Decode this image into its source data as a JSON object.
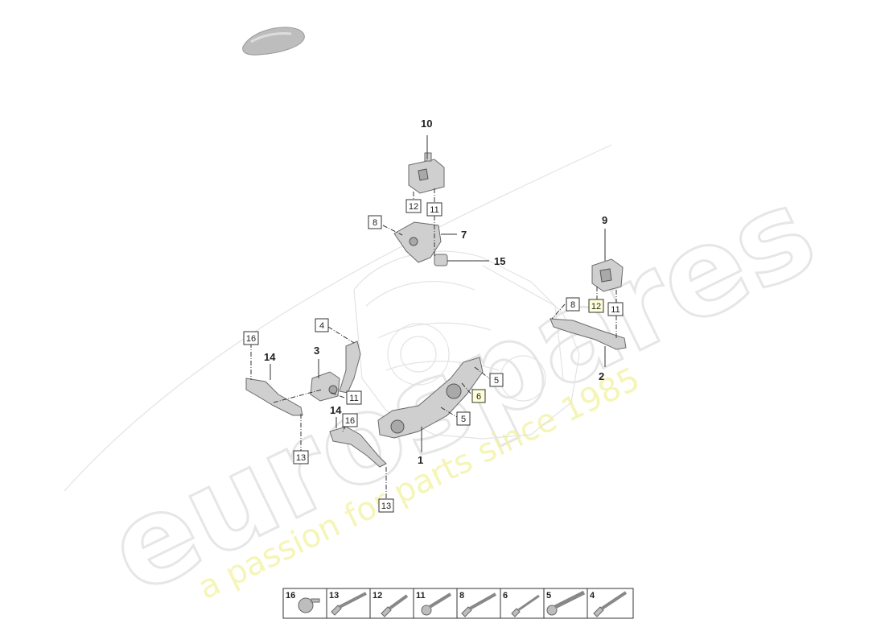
{
  "watermark": {
    "brand": "eurospares",
    "slogan": "a passion for parts since 1985"
  },
  "callouts": {
    "c1": "1",
    "c2": "2",
    "c3": "3",
    "c7": "7",
    "c9": "9",
    "c10": "10",
    "c14a": "14",
    "c14b": "14",
    "c15": "15"
  },
  "boxes": {
    "b12_top": "12",
    "b11_top": "11",
    "b8_top": "8",
    "b8_right": "8",
    "b12_right": "12",
    "b11_right": "11",
    "b4": "4",
    "b16_left": "16",
    "b11_mid": "11",
    "b16_mid": "16",
    "b5_upper": "5",
    "b6": "6",
    "b5_lower": "5",
    "b13_left": "13",
    "b13_bottom": "13"
  },
  "legend": {
    "items": [
      {
        "num": "16",
        "icon": "nut-icon"
      },
      {
        "num": "13",
        "icon": "bolt-icon"
      },
      {
        "num": "12",
        "icon": "bolt-icon"
      },
      {
        "num": "11",
        "icon": "flange-bolt-icon"
      },
      {
        "num": "8",
        "icon": "bolt-icon"
      },
      {
        "num": "6",
        "icon": "bolt-icon"
      },
      {
        "num": "5",
        "icon": "flange-bolt-icon"
      },
      {
        "num": "4",
        "icon": "bolt-icon"
      }
    ]
  }
}
